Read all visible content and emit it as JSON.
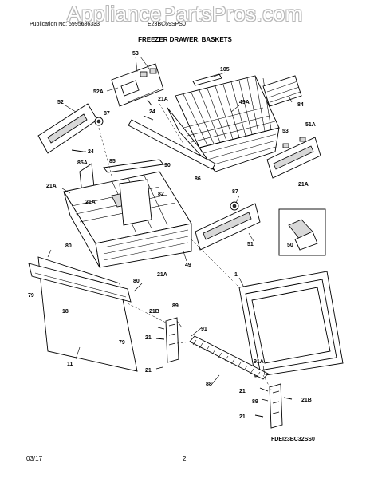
{
  "watermark": "AppliancePartsPros.com",
  "header": {
    "publication": "Publication No: 5995686333",
    "model": "E23BC69SPS0",
    "title": "FREEZER DRAWER, BASKETS"
  },
  "footer": {
    "date": "03/17",
    "page": "2"
  },
  "drawing_code": "FDEI23BC32SS0",
  "callouts": {
    "c53a": "53",
    "c52a": "52A",
    "c105": "105",
    "c21a1": "21A",
    "c24a": "24",
    "c49a": "49A",
    "c84": "84",
    "c52": "52",
    "c87a": "87",
    "c24b": "24",
    "c85a": "85A",
    "c85": "85",
    "c90": "90",
    "c53b": "53",
    "c51a": "51A",
    "c21a2": "21A",
    "c86": "86",
    "c21a3": "21A",
    "c21a4": "21A",
    "c82": "82",
    "c87b": "87",
    "c50": "50",
    "c51": "51",
    "c49": "49",
    "c21a5": "21A",
    "c80a": "80",
    "c79a": "79",
    "c18": "18",
    "c80b": "80",
    "c79b": "79",
    "c11": "11",
    "c1": "1",
    "c21b1": "21B",
    "c89a": "89",
    "c91": "91",
    "c21a": "21",
    "c21b": "21",
    "c88": "88",
    "c91a": "91A",
    "c21c": "21",
    "c21b2": "21B",
    "c89b": "89",
    "c21d": "21"
  }
}
